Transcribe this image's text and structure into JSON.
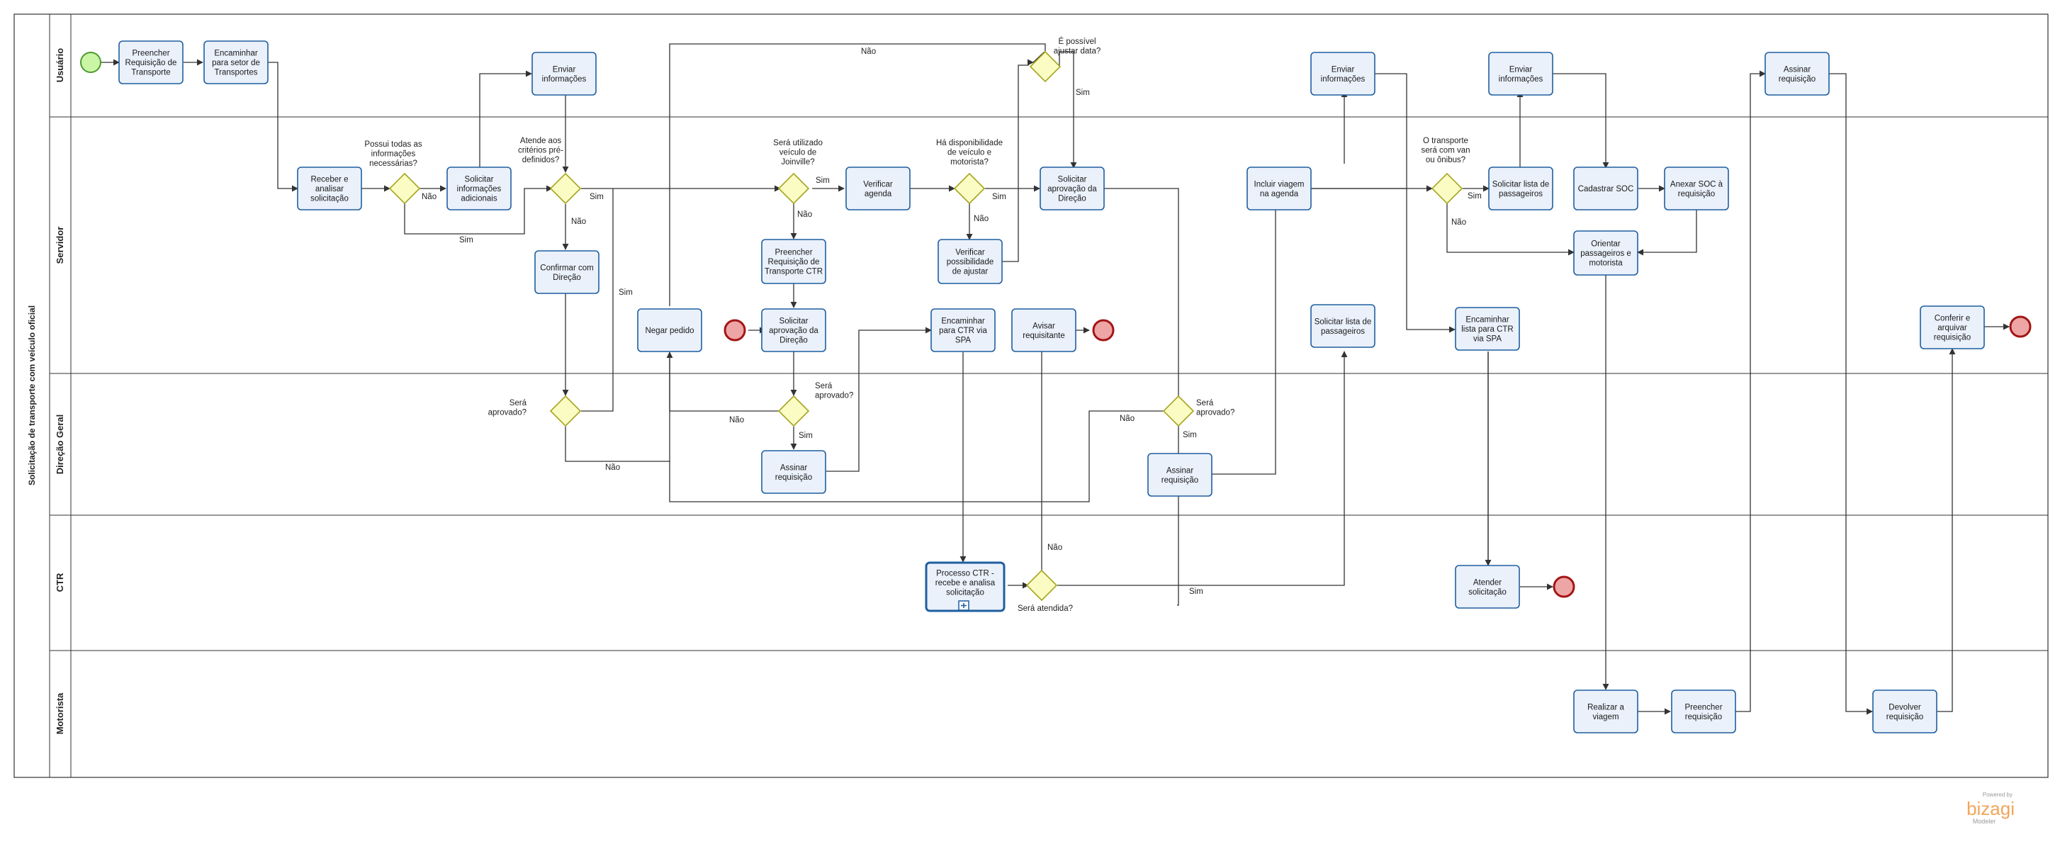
{
  "pool": {
    "title": "Solicitação de transporte com veículo oficial"
  },
  "lanes": [
    {
      "id": "usuario",
      "label": "Usuário"
    },
    {
      "id": "servidor",
      "label": "Servidor"
    },
    {
      "id": "direcao",
      "label": "Direção Geral"
    },
    {
      "id": "ctr",
      "label": "CTR"
    },
    {
      "id": "motorista",
      "label": "Motorista"
    }
  ],
  "tasks": [
    {
      "id": "t1",
      "lines": [
        "Preencher",
        "Requisição de",
        "Transporte"
      ]
    },
    {
      "id": "t2",
      "lines": [
        "Encaminhar",
        "para setor de",
        "Transportes"
      ]
    },
    {
      "id": "t3",
      "lines": [
        "Enviar",
        "informações"
      ]
    },
    {
      "id": "t4",
      "lines": [
        "Enviar",
        "informações"
      ]
    },
    {
      "id": "t5",
      "lines": [
        "Enviar",
        "informações"
      ]
    },
    {
      "id": "t6",
      "lines": [
        "Assinar",
        "requisição"
      ]
    },
    {
      "id": "t7",
      "lines": [
        "Receber e",
        "analisar",
        "solicitação"
      ]
    },
    {
      "id": "t8",
      "lines": [
        "Solicitar",
        "informações",
        "adicionais"
      ]
    },
    {
      "id": "t9",
      "lines": [
        "Confirmar com",
        "Direção"
      ]
    },
    {
      "id": "t10",
      "lines": [
        "Negar pedido"
      ]
    },
    {
      "id": "t11",
      "lines": [
        "Verificar",
        "agenda"
      ]
    },
    {
      "id": "t12",
      "lines": [
        "Preencher",
        "Requisição de",
        "Transporte CTR"
      ]
    },
    {
      "id": "t13",
      "lines": [
        "Solicitar",
        "aprovação da",
        "Direção"
      ]
    },
    {
      "id": "t14",
      "lines": [
        "Encaminhar",
        "para CTR via",
        "SPA"
      ]
    },
    {
      "id": "t15",
      "lines": [
        "Verificar",
        "possibilidade",
        "de ajustar"
      ]
    },
    {
      "id": "t16",
      "lines": [
        "Avisar",
        "requisitante"
      ]
    },
    {
      "id": "t17",
      "lines": [
        "Solicitar",
        "aprovação da",
        "Direção"
      ]
    },
    {
      "id": "t18",
      "lines": [
        "Incluir viagem",
        "na agenda"
      ]
    },
    {
      "id": "t19",
      "lines": [
        "Solicitar lista de",
        "passageiros"
      ]
    },
    {
      "id": "t20",
      "lines": [
        "Solicitar lista de",
        "passageiros"
      ]
    },
    {
      "id": "t21",
      "lines": [
        "Cadastrar SOC"
      ]
    },
    {
      "id": "t22",
      "lines": [
        "Anexar SOC à",
        "requisição"
      ]
    },
    {
      "id": "t23",
      "lines": [
        "Orientar",
        "passageiros e",
        "motorista"
      ]
    },
    {
      "id": "t24",
      "lines": [
        "Encaminhar",
        "lista para CTR",
        "via SPA"
      ]
    },
    {
      "id": "t25",
      "lines": [
        "Conferir e",
        "arquivar",
        "requisição"
      ]
    },
    {
      "id": "t26",
      "lines": [
        "Assinar",
        "requisição"
      ]
    },
    {
      "id": "t27",
      "lines": [
        "Assinar",
        "requisição"
      ]
    },
    {
      "id": "t28",
      "lines": [
        "Processo CTR -",
        "recebe e analisa",
        "solicitação"
      ]
    },
    {
      "id": "t29",
      "lines": [
        "Atender",
        "solicitação"
      ]
    },
    {
      "id": "t30",
      "lines": [
        "Realizar a",
        "viagem"
      ]
    },
    {
      "id": "t31",
      "lines": [
        "Preencher",
        "requisição"
      ]
    },
    {
      "id": "t32",
      "lines": [
        "Devolver",
        "requisição"
      ]
    }
  ],
  "gateways": [
    {
      "id": "g1",
      "lines": [
        "Possui todas as",
        "informações",
        "necessárias?"
      ]
    },
    {
      "id": "g2",
      "lines": [
        "Atende aos",
        "critérios pré-",
        "definidos?"
      ]
    },
    {
      "id": "g3",
      "lines": [
        "Será",
        "aprovado?"
      ]
    },
    {
      "id": "g4",
      "lines": [
        "Será utilizado",
        "veículo de",
        "Joinville?"
      ]
    },
    {
      "id": "g5",
      "lines": [
        "Será",
        "aprovado?"
      ]
    },
    {
      "id": "g6",
      "lines": [
        "Há disponibilidade",
        "de veículo e",
        "motorista?"
      ]
    },
    {
      "id": "g7",
      "lines": [
        "É possível",
        "ajustar data?"
      ]
    },
    {
      "id": "g8",
      "lines": [
        "Será",
        "aprovado?"
      ]
    },
    {
      "id": "g9",
      "lines": [
        "Será atendida?"
      ]
    },
    {
      "id": "g10",
      "lines": [
        "O transporte",
        "será com van",
        "ou ônibus?"
      ]
    }
  ],
  "edge_labels": {
    "nao": "Não",
    "sim": "Sim"
  },
  "branding": {
    "powered": "Powered by",
    "name": "bizagi",
    "product": "Modeler"
  },
  "colors": {
    "task_fill": "#eaf1fb",
    "task_stroke": "#1f5fa0",
    "gateway_fill": "#fafcc4",
    "gateway_stroke": "#a7a51f",
    "start_fill": "#c9f5a5",
    "start_stroke": "#4e9a2c",
    "end_fill": "#eea5a5",
    "end_stroke": "#a31515",
    "line": "#333333"
  }
}
